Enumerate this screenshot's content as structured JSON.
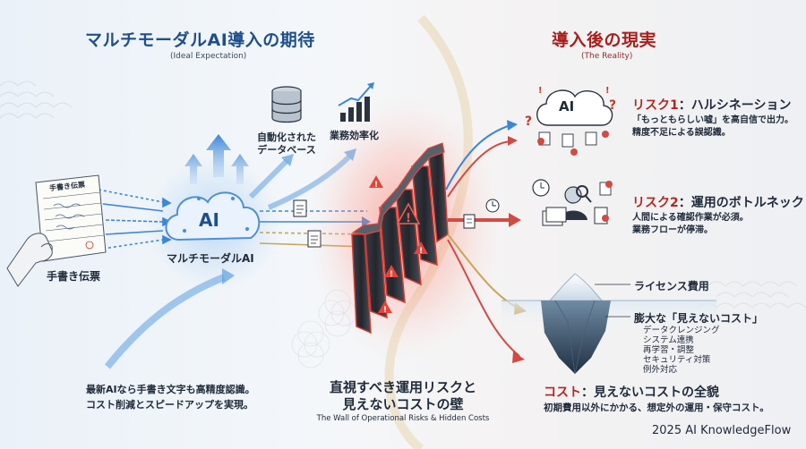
{
  "left": {
    "title": "マルチモーダルAI導入の期待",
    "subtitle": "(Ideal Expectation)",
    "handwritten_label": "手書き伝票",
    "slip_header": "手書き伝票",
    "ai_label": "マルチモーダルAI",
    "ai_icon_text": "AI",
    "db_label": [
      "自動化された",
      "データベース"
    ],
    "efficiency_label": "業務効率化",
    "summary": [
      "最新AIなら手書き文字も高精度認識。",
      "コスト削減とスピードアップを実現。"
    ]
  },
  "wall": {
    "title": [
      "直視すべき運用リスクと",
      "見えないコストの壁"
    ],
    "subtitle": "The Wall of Operational Risks & Hidden Costs"
  },
  "right": {
    "title": "導入後の現実",
    "subtitle": "(The Reality)",
    "risk1": {
      "prefix": "リスク1",
      "title": "：ハルシネーション",
      "desc": [
        "「もっともらしい嘘」を高自信で出力。",
        "精度不足による誤認識。"
      ],
      "icon_text": "AI"
    },
    "risk2": {
      "prefix": "リスク2",
      "title": "：運用のボトルネック",
      "desc": [
        "人間による確認作業が必須。",
        "業務フローが停滞。"
      ]
    },
    "iceberg": {
      "visible": "ライセンス費用",
      "hidden_title": "膨大な「見えないコスト」",
      "hidden_items": [
        "データクレンジング",
        "システム連携",
        "再学習・調整",
        "セキュリティ対策",
        "例外対応"
      ]
    },
    "cost": {
      "prefix": "コスト",
      "title": "：見えないコストの全貌",
      "desc": "初期費用以外にかかる、想定外の運用・保守コスト。"
    }
  },
  "brand": "2025 AI KnowledgeFlow",
  "colors": {
    "blue": "#1f4f8a",
    "red": "#b3251f",
    "dark": "#1f2a3a",
    "flow_blue": "#3d86d6",
    "flow_red": "#d24a44",
    "flow_gold": "#c9a45c"
  }
}
